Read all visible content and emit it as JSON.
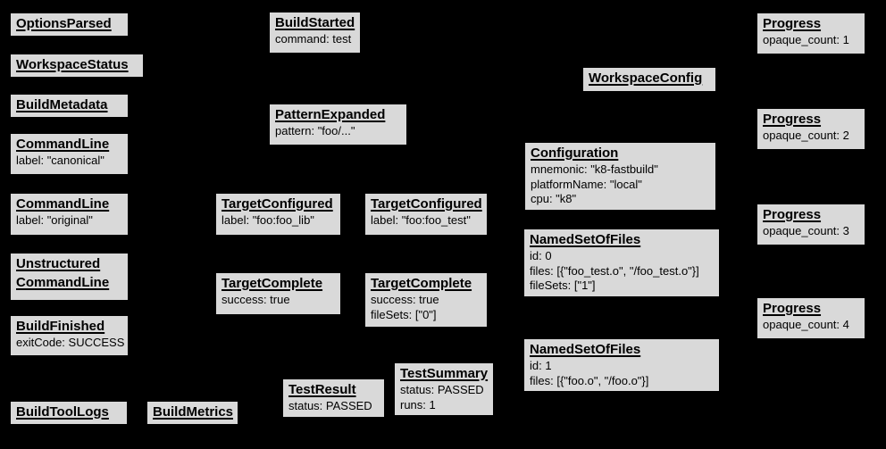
{
  "diagram": {
    "description": "Build event protocol event graph",
    "background_color": "#000000",
    "box_fill_color": "#d9d9d9",
    "box_border_color": "#000000",
    "text_color": "#000000"
  },
  "boxes": [
    {
      "id": "options-parsed",
      "title": "OptionsParsed",
      "lines": []
    },
    {
      "id": "workspace-status",
      "title": "WorkspaceStatus",
      "lines": []
    },
    {
      "id": "build-metadata",
      "title": "BuildMetadata",
      "lines": []
    },
    {
      "id": "command-line-canonical",
      "title": "CommandLine",
      "lines": [
        "label: \"canonical\""
      ]
    },
    {
      "id": "command-line-original",
      "title": "CommandLine",
      "lines": [
        "label: \"original\""
      ]
    },
    {
      "id": "unstructured-command-line",
      "title": "Unstructured CommandLine",
      "lines": []
    },
    {
      "id": "build-finished",
      "title": "BuildFinished",
      "lines": [
        "exitCode: SUCCESS"
      ]
    },
    {
      "id": "build-tool-logs",
      "title": "BuildToolLogs",
      "lines": []
    },
    {
      "id": "build-metrics",
      "title": "BuildMetrics",
      "lines": []
    },
    {
      "id": "build-started",
      "title": "BuildStarted",
      "lines": [
        "command: test"
      ]
    },
    {
      "id": "pattern-expanded",
      "title": "PatternExpanded",
      "lines": [
        "pattern: \"foo/...\""
      ]
    },
    {
      "id": "target-configured-foo-lib",
      "title": "TargetConfigured",
      "lines": [
        "label: \"foo:foo_lib\""
      ]
    },
    {
      "id": "target-configured-foo-test",
      "title": "TargetConfigured",
      "lines": [
        "label: \"foo:foo_test\""
      ]
    },
    {
      "id": "target-complete-foo-lib",
      "title": "TargetComplete",
      "lines": [
        "success: true"
      ]
    },
    {
      "id": "target-complete-foo-test",
      "title": "TargetComplete",
      "lines": [
        "success: true",
        "fileSets: [\"0\"]"
      ]
    },
    {
      "id": "test-result",
      "title": "TestResult",
      "lines": [
        "status: PASSED"
      ]
    },
    {
      "id": "test-summary",
      "title": "TestSummary",
      "lines": [
        "status: PASSED",
        "runs: 1"
      ]
    },
    {
      "id": "workspace-config",
      "title": "WorkspaceConfig",
      "lines": []
    },
    {
      "id": "configuration",
      "title": "Configuration",
      "lines": [
        "mnemonic: \"k8-fastbuild\"",
        "platformName: \"local\"",
        "cpu: \"k8\""
      ]
    },
    {
      "id": "named-set-of-files-0",
      "title": "NamedSetOfFiles",
      "lines": [
        "id: 0",
        "files: [{\"foo_test.o\", \"/foo_test.o\"}]",
        "fileSets: [\"1\"]"
      ]
    },
    {
      "id": "named-set-of-files-1",
      "title": "NamedSetOfFiles",
      "lines": [
        "id: 1",
        "files: [{\"foo.o\", \"/foo.o\"}]"
      ]
    },
    {
      "id": "progress-1",
      "title": "Progress",
      "lines": [
        "opaque_count: 1"
      ]
    },
    {
      "id": "progress-2",
      "title": "Progress",
      "lines": [
        "opaque_count: 2"
      ]
    },
    {
      "id": "progress-3",
      "title": "Progress",
      "lines": [
        "opaque_count: 3"
      ]
    },
    {
      "id": "progress-4",
      "title": "Progress",
      "lines": [
        "opaque_count: 4"
      ]
    }
  ]
}
